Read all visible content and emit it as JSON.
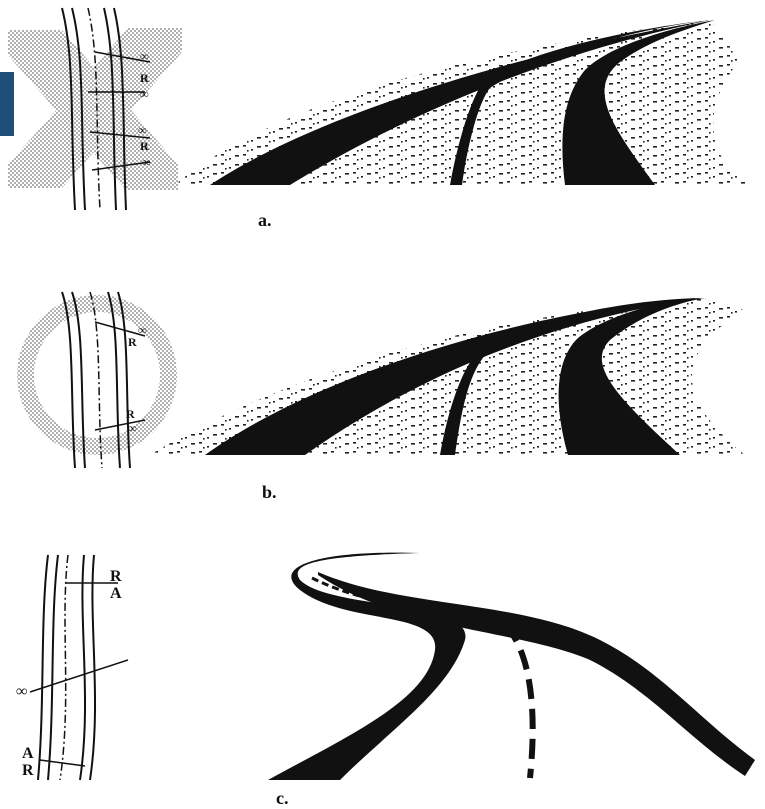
{
  "colors": {
    "ink": "#111111",
    "accent": "#1f4e79",
    "hatch": "#9a9a9a",
    "paper": "#ffffff"
  },
  "panels": [
    {
      "id": "a",
      "caption": "a.",
      "plan_labels": [
        "∞",
        "R",
        "∞",
        "∞",
        "R",
        "∞"
      ]
    },
    {
      "id": "b",
      "caption": "b.",
      "plan_labels": [
        "∞",
        "R",
        "R",
        "∞"
      ]
    },
    {
      "id": "c",
      "caption": "c.",
      "plan_labels": [
        "R",
        "A",
        "∞",
        "A",
        "R"
      ]
    }
  ]
}
